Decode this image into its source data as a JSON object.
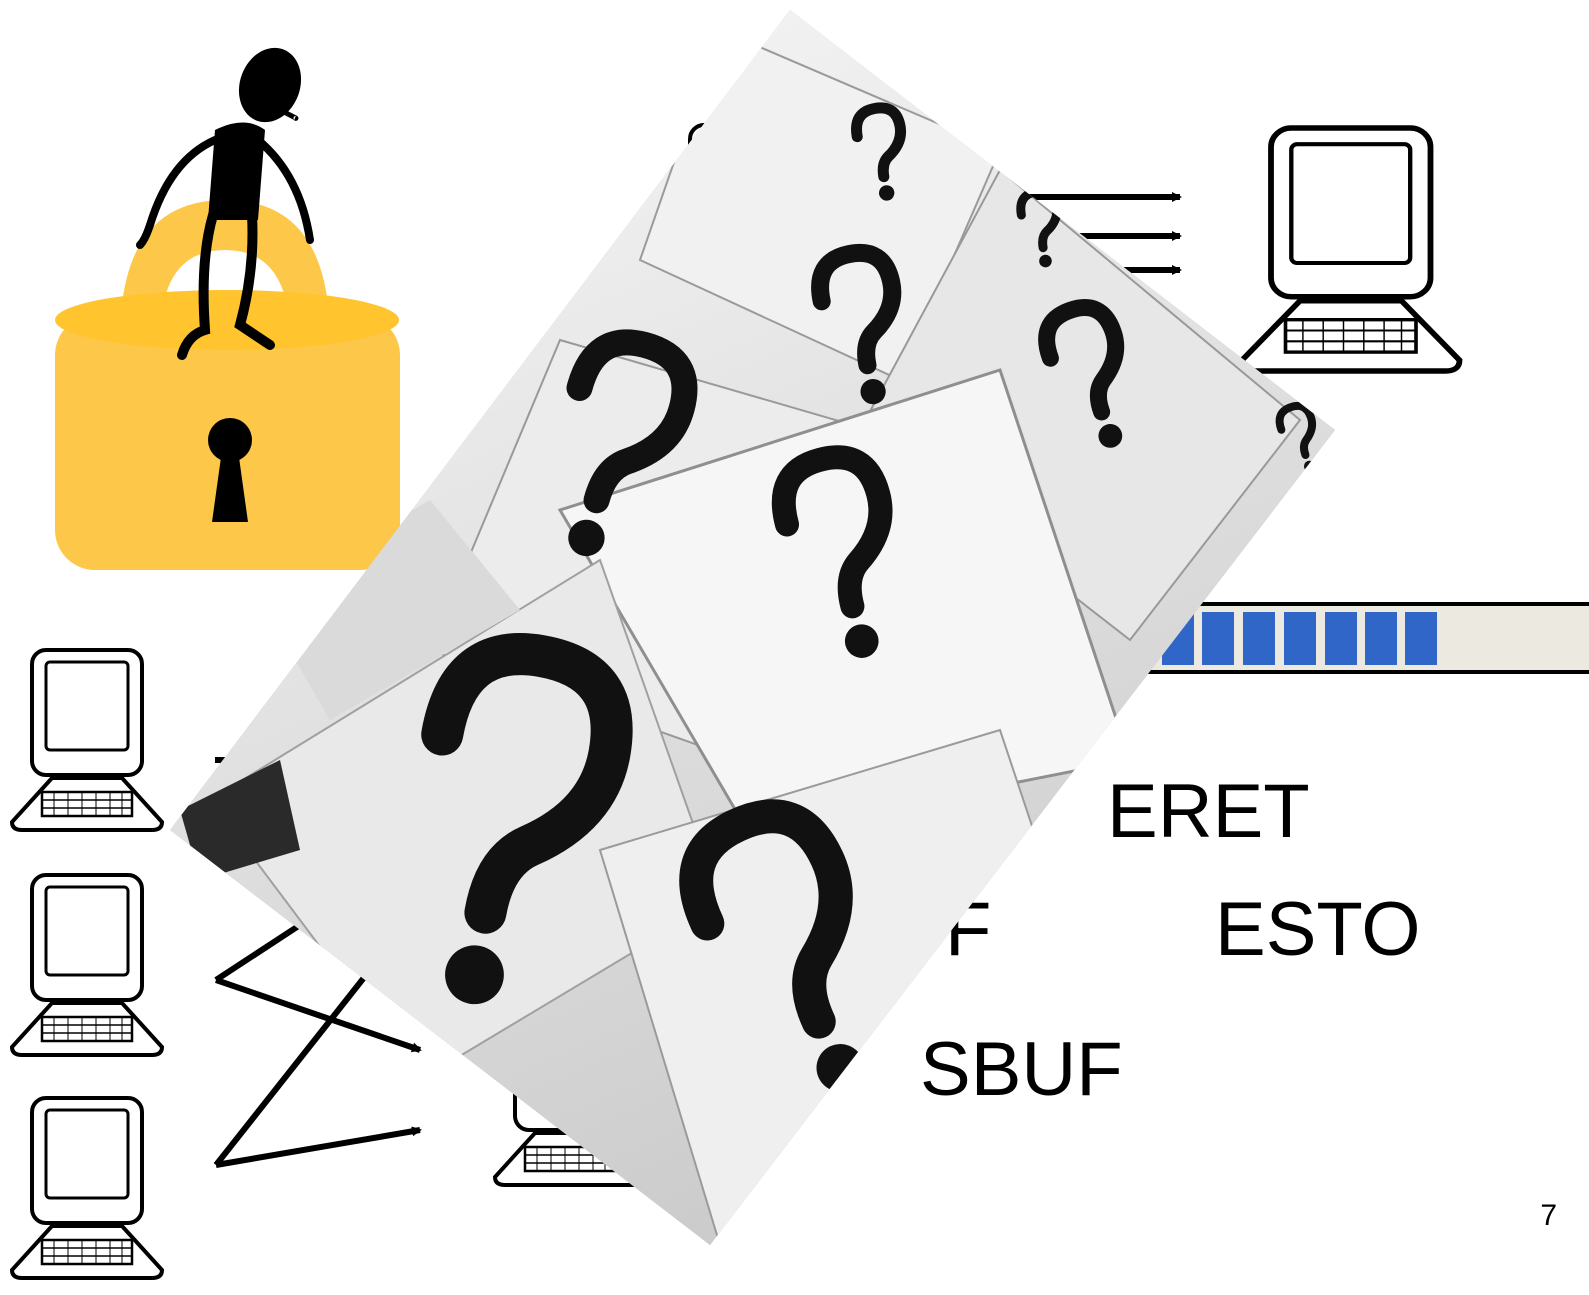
{
  "labels": {
    "eret": "ERET",
    "f_partial": "F",
    "esto": "ESTO",
    "sbuf": "SBUF"
  },
  "page_number": "7",
  "icons": {
    "lock": "padlock-with-person-icon",
    "computer": "computer-icon",
    "question_marks": "question-marks-photo"
  },
  "colors": {
    "lock_gold": "#FDC84A",
    "buffer_fill": "#2F66C8",
    "buffer_bg": "#ECEAE0",
    "paper_light": "#EEEEEE",
    "paper_shadow": "#A8A8A8"
  }
}
